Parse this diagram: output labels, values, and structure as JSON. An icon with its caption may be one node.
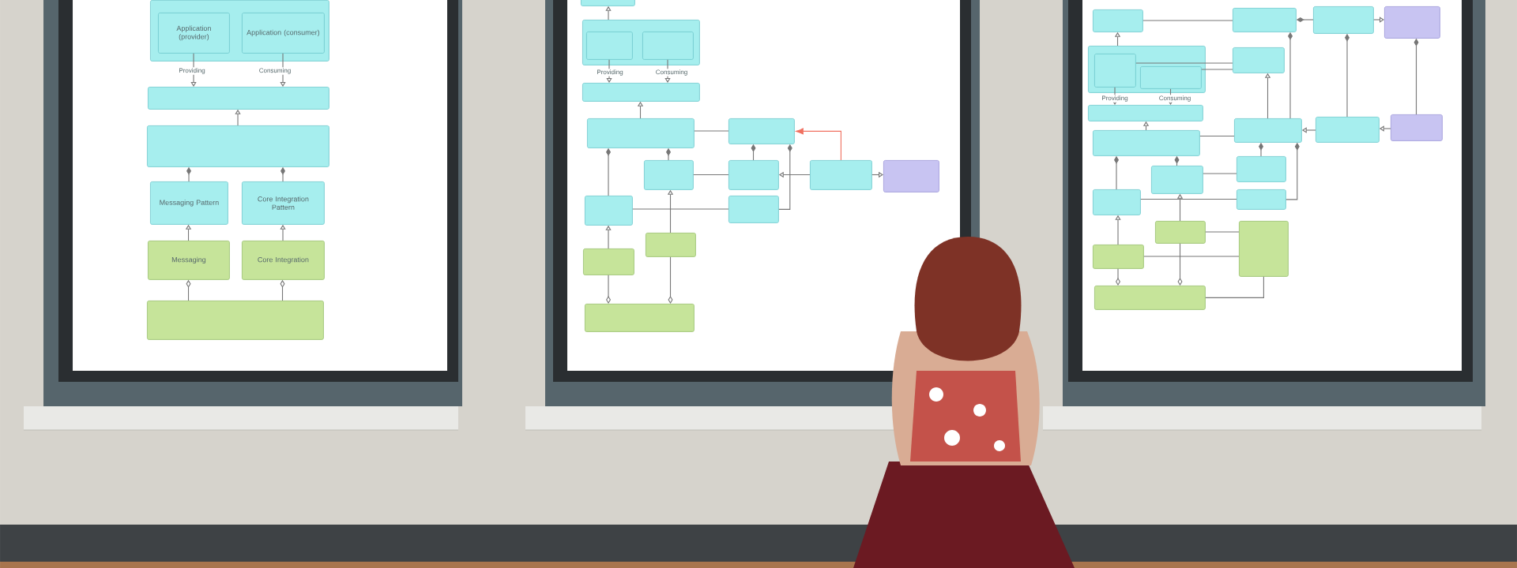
{
  "diagram": {
    "nodes": [
      {
        "text": [],
        "shape": "box"
      },
      {
        "text": [
          "Application (provider)"
        ],
        "in": 0
      },
      {
        "text": [
          "Application (consumer)"
        ],
        "in": 0
      },
      {
        "text": [],
        "shape": "box"
      },
      {
        "text": [],
        "shape": "box"
      },
      {
        "text": [
          "Messaging Pattern"
        ]
      },
      {
        "text": [
          "Core Integration Pattern"
        ]
      },
      {
        "text": [
          "Messaging"
        ]
      },
      {
        "text": [
          "Core Integration"
        ]
      },
      {
        "text": [],
        "shape": "box"
      },
      {
        "text": [],
        "shape": "box"
      },
      {
        "text": [],
        "shape": "box"
      },
      {
        "text": [],
        "shape": "box",
        "in": 11
      },
      {
        "text": [],
        "shape": "box",
        "in": 11
      },
      {
        "text": [],
        "shape": "box"
      },
      {
        "text": [],
        "shape": "box"
      },
      {
        "text": [],
        "shape": "box"
      },
      {
        "text": [],
        "shape": "box"
      },
      {
        "text": [],
        "shape": "box"
      },
      {
        "text": [],
        "shape": "box"
      },
      {
        "text": [],
        "shape": "box"
      },
      {
        "text": [],
        "shape": "box"
      },
      {
        "text": [],
        "shape": "box"
      },
      {
        "text": [],
        "shape": "box"
      },
      {
        "text": [],
        "shape": "box"
      },
      {
        "text": [],
        "shape": "box"
      },
      {
        "text": [],
        "shape": "box"
      },
      {
        "text": [],
        "shape": "box"
      },
      {
        "text": [],
        "shape": "box"
      },
      {
        "text": [],
        "shape": "box"
      },
      {
        "text": [],
        "shape": "box"
      },
      {
        "text": [],
        "shape": "box",
        "in": 30
      },
      {
        "text": [],
        "shape": "box",
        "in": 30
      },
      {
        "text": [],
        "shape": "box"
      },
      {
        "text": [],
        "shape": "box"
      },
      {
        "text": [],
        "shape": "box"
      },
      {
        "text": [],
        "shape": "box"
      },
      {
        "text": [],
        "shape": "box"
      },
      {
        "text": [],
        "shape": "box"
      },
      {
        "text": [],
        "shape": "box"
      },
      {
        "text": [],
        "shape": "box"
      },
      {
        "text": [],
        "shape": "box"
      },
      {
        "text": [],
        "shape": "box"
      },
      {
        "text": [],
        "shape": "box"
      },
      {
        "text": [],
        "shape": "box"
      },
      {
        "text": [],
        "shape": "box"
      },
      {
        "text": [],
        "shape": "box"
      }
    ],
    "edges": [
      {
        "from": 1,
        "to": 3,
        "arrow": "to",
        "label": "Providing"
      },
      {
        "from": 2,
        "to": 3,
        "arrow": "to",
        "label": "Consuming"
      },
      {
        "from": 4,
        "to": 3,
        "arrow": "to"
      },
      {
        "from": 5,
        "to": 4,
        "arrow": "other"
      },
      {
        "from": 6,
        "to": 4,
        "arrow": "other"
      },
      {
        "from": 7,
        "to": 5,
        "arrow": "to"
      },
      {
        "from": 8,
        "to": 6,
        "arrow": "to"
      },
      {
        "from": 9,
        "to": 7,
        "arrow": "other"
      },
      {
        "from": 9,
        "to": 8,
        "arrow": "other"
      },
      {
        "from": 11,
        "to": 10,
        "arrow": "to"
      },
      {
        "from": 12,
        "to": 14,
        "arrow": "to",
        "label": "Providing"
      },
      {
        "from": 13,
        "to": 14,
        "arrow": "to",
        "label": "Consuming"
      },
      {
        "from": 15,
        "to": 14,
        "arrow": "to"
      },
      {
        "from": 15,
        "to": 16,
        "arrow": "none"
      },
      {
        "from": 19,
        "to": 16,
        "arrow": "to",
        "color": "#f07060"
      },
      {
        "from": 17,
        "to": 15,
        "arrow": "other"
      },
      {
        "from": 21,
        "to": 15,
        "arrow": "other"
      },
      {
        "from": 18,
        "to": 16,
        "arrow": "other"
      },
      {
        "from": 22,
        "to": 16,
        "arrow": "other"
      },
      {
        "from": 17,
        "to": 18,
        "arrow": "none"
      },
      {
        "from": 21,
        "to": 22,
        "arrow": "none"
      },
      {
        "from": 19,
        "to": 18,
        "arrow": "to"
      },
      {
        "from": 19,
        "to": 20,
        "arrow": "to"
      },
      {
        "from": 24,
        "to": 21,
        "arrow": "to"
      },
      {
        "from": 23,
        "to": 17,
        "arrow": "to"
      },
      {
        "from": 24,
        "to": 25,
        "arrow": "other"
      },
      {
        "from": 23,
        "to": 25,
        "arrow": "other"
      },
      {
        "from": 26,
        "to": 27,
        "arrow": "none"
      },
      {
        "from": 28,
        "to": 27,
        "arrow": "other"
      },
      {
        "from": 28,
        "to": 29,
        "arrow": "to"
      },
      {
        "from": 30,
        "to": 26,
        "arrow": "to"
      },
      {
        "from": 31,
        "to": 33,
        "arrow": "none"
      },
      {
        "from": 32,
        "to": 33,
        "arrow": "none"
      },
      {
        "from": 36,
        "to": 33,
        "arrow": "to"
      },
      {
        "from": 36,
        "to": 27,
        "arrow": "other"
      },
      {
        "from": 37,
        "to": 28,
        "arrow": "other"
      },
      {
        "from": 38,
        "to": 29,
        "arrow": "other"
      },
      {
        "from": 37,
        "to": 36,
        "arrow": "to"
      },
      {
        "from": 38,
        "to": 37,
        "arrow": "to"
      },
      {
        "from": 31,
        "to": 34,
        "arrow": "to",
        "label": "Providing"
      },
      {
        "from": 32,
        "to": 34,
        "arrow": "to",
        "label": "Consuming"
      },
      {
        "from": 35,
        "to": 34,
        "arrow": "to"
      },
      {
        "from": 35,
        "to": 36,
        "arrow": "none"
      },
      {
        "from": 40,
        "to": 35,
        "arrow": "other"
      },
      {
        "from": 41,
        "to": 35,
        "arrow": "other"
      },
      {
        "from": 39,
        "to": 36,
        "arrow": "other"
      },
      {
        "from": 42,
        "to": 36,
        "arrow": "other"
      },
      {
        "from": 40,
        "to": 39,
        "arrow": "none"
      },
      {
        "from": 41,
        "to": 42,
        "arrow": "none"
      },
      {
        "from": 43,
        "to": 40,
        "arrow": "to"
      },
      {
        "from": 45,
        "to": 41,
        "arrow": "to"
      },
      {
        "from": 45,
        "to": 46,
        "arrow": "other"
      },
      {
        "from": 43,
        "to": 46,
        "arrow": "other"
      },
      {
        "from": 43,
        "to": 44,
        "arrow": "none"
      },
      {
        "from": 45,
        "to": 44,
        "arrow": "none"
      },
      {
        "from": 44,
        "to": 46,
        "arrow": "none"
      }
    ]
  }
}
